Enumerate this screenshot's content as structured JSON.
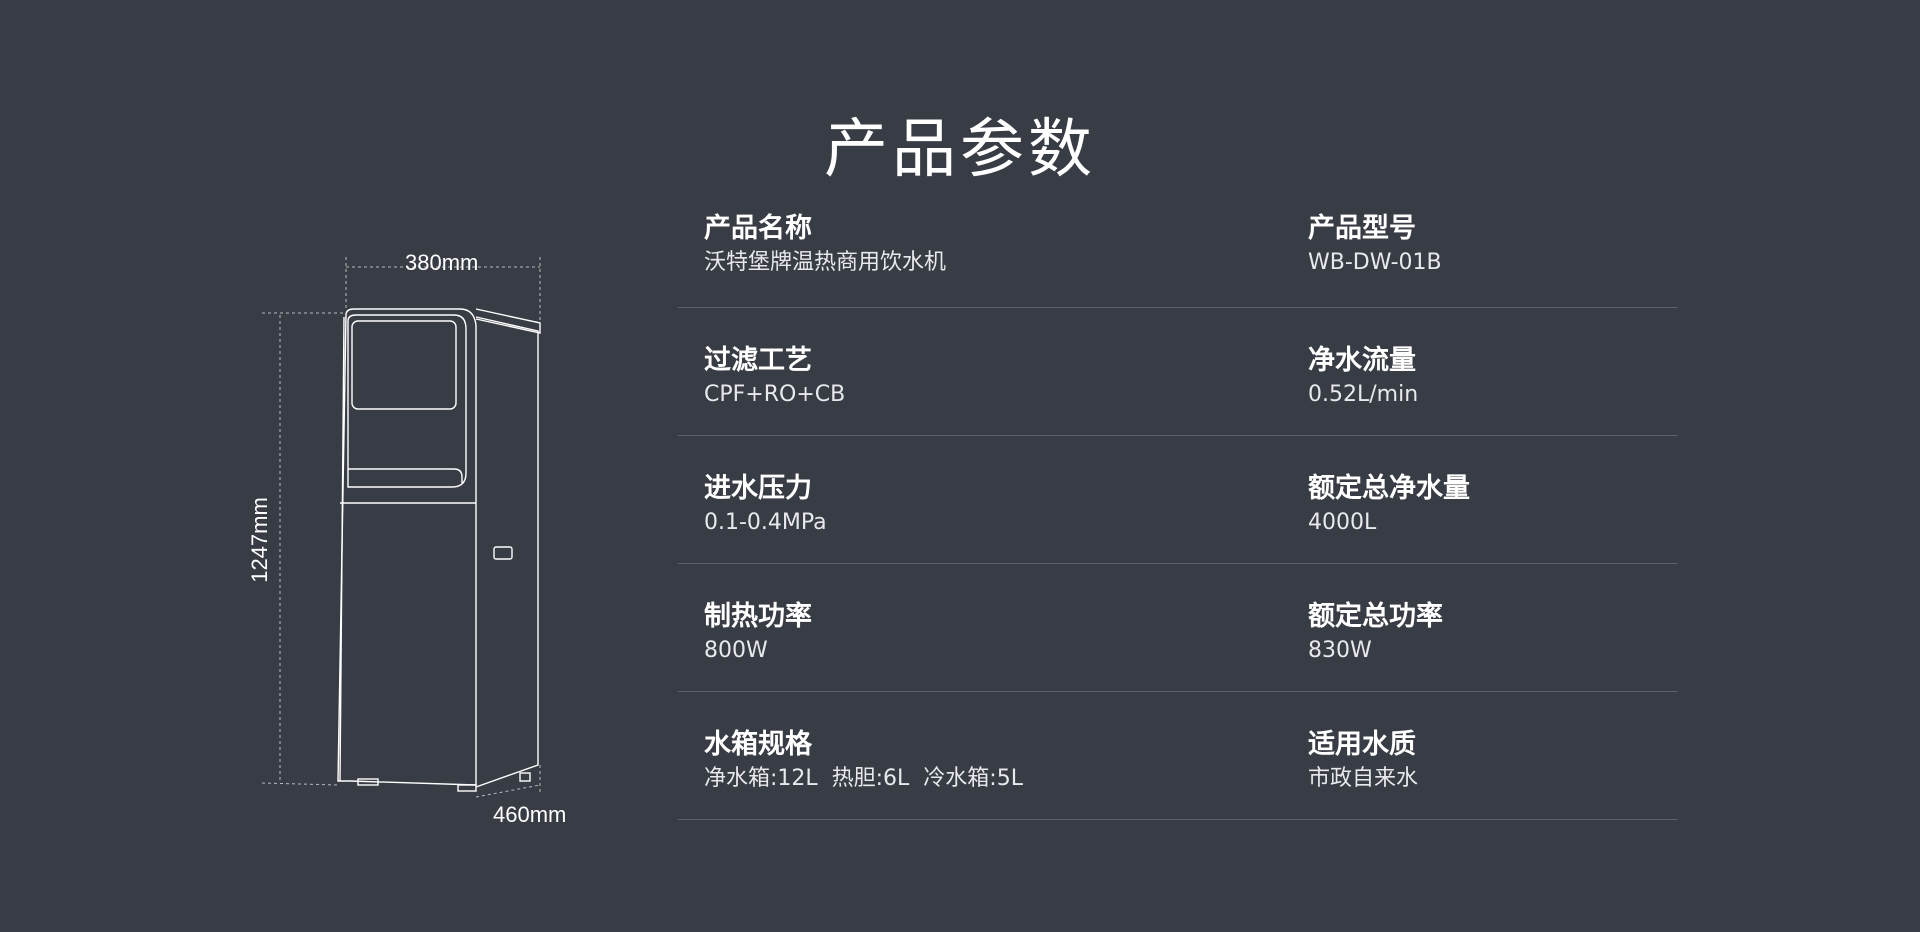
{
  "title": "产品参数",
  "dimensions": {
    "width": "380mm",
    "height": "1247mm",
    "depth": "460mm"
  },
  "specs": [
    {
      "left": {
        "label": "产品名称",
        "value": "沃特堡牌温热商用饮水机"
      },
      "right": {
        "label": "产品型号",
        "value": "WB-DW-01B"
      }
    },
    {
      "left": {
        "label": "过滤工艺",
        "value": "CPF+RO+CB"
      },
      "right": {
        "label": "净水流量",
        "value": "0.52L/min"
      }
    },
    {
      "left": {
        "label": "进水压力",
        "value": "0.1-0.4MPa"
      },
      "right": {
        "label": "额定总净水量",
        "value": "4000L"
      }
    },
    {
      "left": {
        "label": "制热功率",
        "value": "800W"
      },
      "right": {
        "label": "额定总功率",
        "value": "830W"
      }
    },
    {
      "left": {
        "label": "水箱规格",
        "value": "净水箱:12L  热胆:6L  冷水箱:5L"
      },
      "right": {
        "label": "适用水质",
        "value": "市政自来水"
      }
    }
  ],
  "colors": {
    "background": "#383c45",
    "text": "#ffffff",
    "divider": "#5d6069"
  }
}
